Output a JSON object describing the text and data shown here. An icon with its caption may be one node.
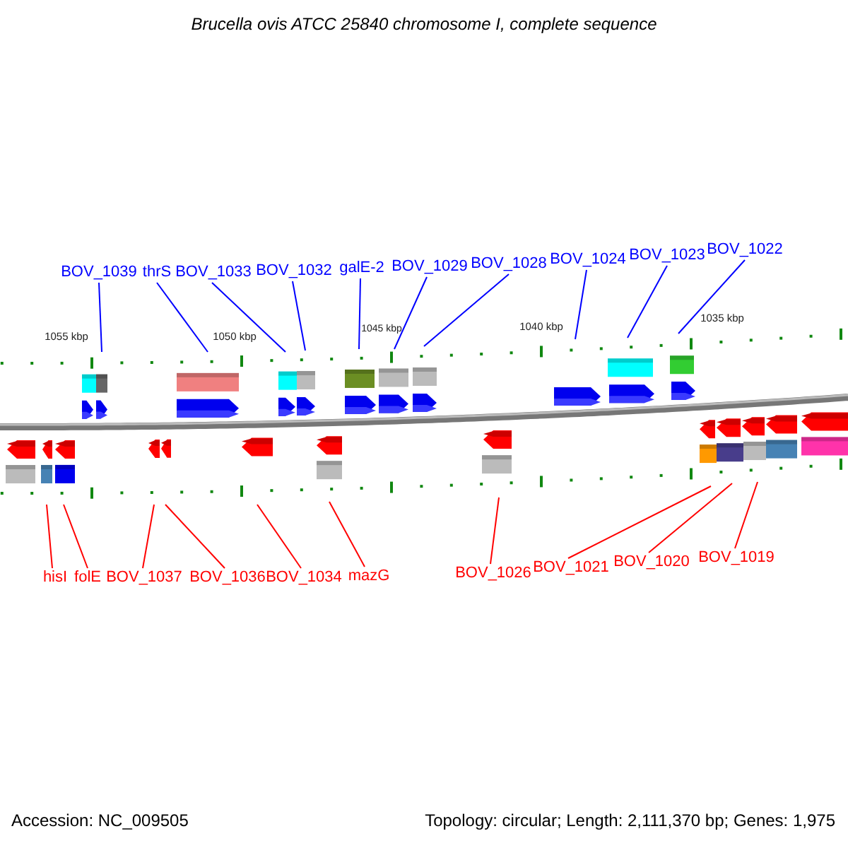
{
  "diagram": {
    "title": "Brucella ovis ATCC 25840 chromosome I, complete sequence",
    "nodes": [
      {
        "text": [
          "BOV_1039"
        ]
      },
      {
        "text": [
          "thrS"
        ]
      },
      {
        "text": [
          "BOV_1033"
        ]
      },
      {
        "text": [
          "BOV_1032"
        ]
      },
      {
        "text": [
          "galE-2"
        ]
      },
      {
        "text": [
          "BOV_1029"
        ]
      },
      {
        "text": [
          "BOV_1028"
        ]
      },
      {
        "text": [
          "BOV_1024"
        ]
      },
      {
        "text": [
          "BOV_1023"
        ]
      },
      {
        "text": [
          "BOV_1022"
        ]
      },
      {
        "text": [
          "hisI"
        ]
      },
      {
        "text": [
          "folE"
        ]
      },
      {
        "text": [
          "BOV_1037"
        ]
      },
      {
        "text": [
          "BOV_1036"
        ]
      },
      {
        "text": [
          "BOV_1034"
        ]
      },
      {
        "text": [
          "mazG"
        ]
      },
      {
        "text": [
          "BOV_1026"
        ]
      },
      {
        "text": [
          "BOV_1021"
        ]
      },
      {
        "text": [
          "BOV_1020"
        ]
      },
      {
        "text": [
          "BOV_1019"
        ]
      }
    ],
    "edges": [
      {
        "from": 0,
        "to": null,
        "arrow": "none"
      },
      {
        "from": 1,
        "to": null,
        "arrow": "none"
      },
      {
        "from": 2,
        "to": null,
        "arrow": "none"
      },
      {
        "from": 3,
        "to": null,
        "arrow": "none"
      },
      {
        "from": 4,
        "to": null,
        "arrow": "none"
      },
      {
        "from": 5,
        "to": null,
        "arrow": "none"
      },
      {
        "from": 6,
        "to": null,
        "arrow": "none"
      },
      {
        "from": 7,
        "to": null,
        "arrow": "none"
      },
      {
        "from": 8,
        "to": null,
        "arrow": "none"
      },
      {
        "from": 9,
        "to": null,
        "arrow": "none"
      },
      {
        "from": 10,
        "to": null,
        "arrow": "none",
        "color": "#ff0000"
      },
      {
        "from": 11,
        "to": null,
        "arrow": "none",
        "color": "#ff0000"
      },
      {
        "from": 12,
        "to": null,
        "arrow": "none",
        "color": "#ff0000"
      },
      {
        "from": 13,
        "to": null,
        "arrow": "none",
        "color": "#ff0000"
      },
      {
        "from": 14,
        "to": null,
        "arrow": "none",
        "color": "#ff0000"
      },
      {
        "from": 15,
        "to": null,
        "arrow": "none",
        "color": "#ff0000"
      },
      {
        "from": 16,
        "to": null,
        "arrow": "none",
        "color": "#ff0000"
      },
      {
        "from": 17,
        "to": null,
        "arrow": "none",
        "color": "#ff0000"
      },
      {
        "from": 18,
        "to": null,
        "arrow": "none",
        "color": "#ff0000"
      },
      {
        "from": 19,
        "to": null,
        "arrow": "none",
        "color": "#ff0000"
      }
    ],
    "labels": [
      "1055 kbp",
      "1050 kbp",
      "1045 kbp",
      "1040 kbp",
      "1035 kbp",
      "Accession: NC_009505",
      "Topology: circular; Length: 2,111,370 bp; Genes: 1,975"
    ]
  }
}
